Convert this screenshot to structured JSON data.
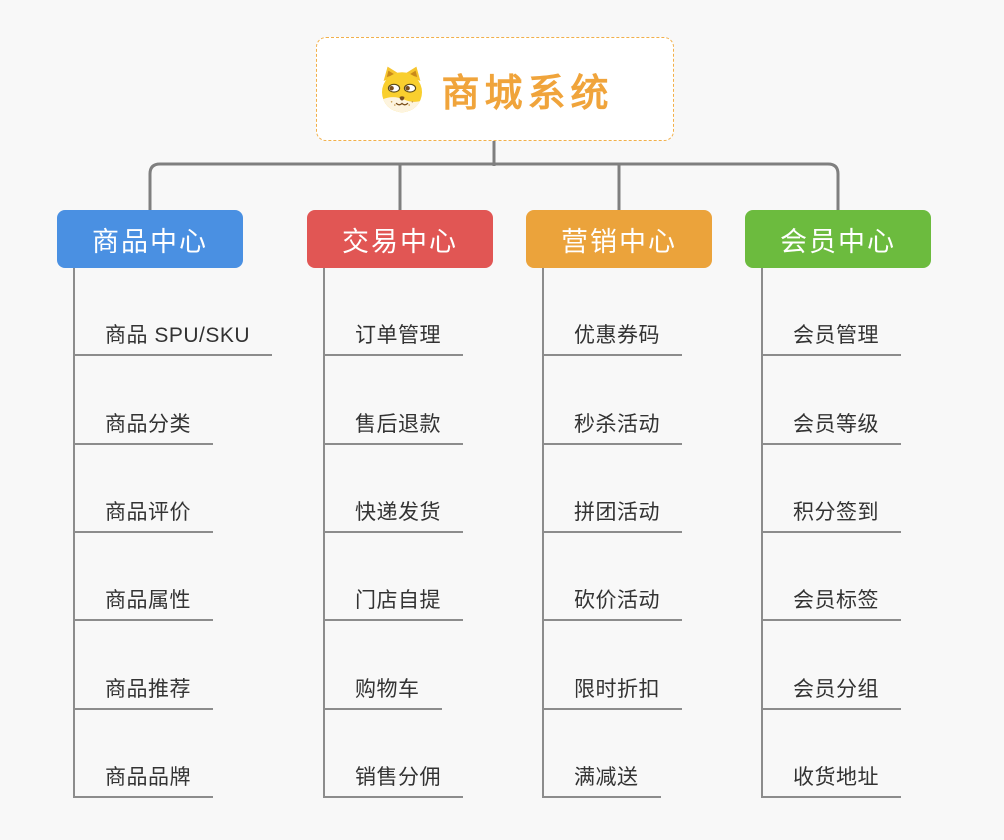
{
  "root": {
    "title": "商城系统",
    "icon": "shiba-dog-icon"
  },
  "branches": [
    {
      "label": "商品中心",
      "color": "#4a90e2",
      "children": [
        "商品 SPU/SKU",
        "商品分类",
        "商品评价",
        "商品属性",
        "商品推荐",
        "商品品牌"
      ]
    },
    {
      "label": "交易中心",
      "color": "#e15654",
      "children": [
        "订单管理",
        "售后退款",
        "快递发货",
        "门店自提",
        "购物车",
        "销售分佣"
      ]
    },
    {
      "label": "营销中心",
      "color": "#eba33b",
      "children": [
        "优惠券码",
        "秒杀活动",
        "拼团活动",
        "砍价活动",
        "限时折扣",
        "满减送"
      ]
    },
    {
      "label": "会员中心",
      "color": "#6cbb3e",
      "children": [
        "会员管理",
        "会员等级",
        "积分签到",
        "会员标签",
        "会员分组",
        "收货地址"
      ]
    }
  ],
  "colors": {
    "background": "#f8f8f8",
    "connector": "#7f7f7f",
    "leaf_underline": "#8c8c8c",
    "leaf_text": "#333333",
    "root_border": "#f2b04a",
    "root_title": "#f0a43b"
  }
}
